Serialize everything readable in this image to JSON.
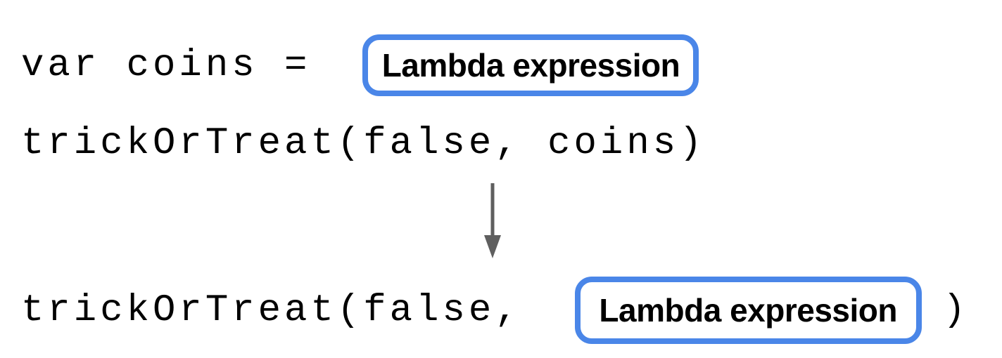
{
  "canvas": {
    "background": "#ffffff"
  },
  "colors": {
    "canvas_bg": "#ffffff",
    "box_border": "#4a86e8",
    "box_fill": "#ffffff",
    "code_text": "#000000",
    "label_text": "#000000",
    "arrow": "#5f5f5f"
  },
  "line1": {
    "code": "var coins =",
    "box_label": "Lambda expression"
  },
  "line2": {
    "code": "trickOrTreat(false, coins)"
  },
  "arrow": {
    "name": "down-arrow",
    "direction": "down"
  },
  "line3": {
    "code_before": "trickOrTreat(false,",
    "box_label": "Lambda expression",
    "code_after": ")"
  }
}
